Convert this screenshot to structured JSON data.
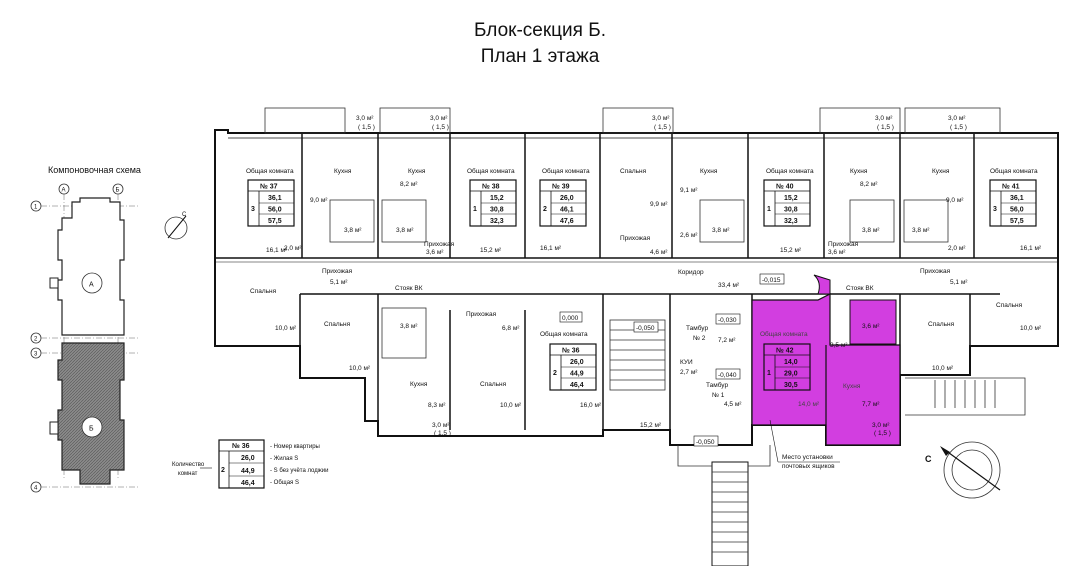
{
  "title": "Блок-секция Б.",
  "subtitle": "План 1 этажа",
  "scheme": {
    "title": "Компоновочная схема",
    "axes_letters": [
      "А",
      "Б"
    ],
    "axes_numbers": [
      "1",
      "2",
      "3",
      "4"
    ],
    "block_a": "А",
    "block_b": "Б"
  },
  "legend": {
    "side_label_1": "Количество",
    "side_label_2": "комнат",
    "apt_no": "№ 36",
    "rooms": "2",
    "values": [
      "26,0",
      "44,9",
      "46,4"
    ],
    "desc": [
      "- Номер квартиры",
      "- Жилая S",
      "- S без учёта лоджии",
      "- Общая S"
    ]
  },
  "apartments": [
    {
      "no": "№ 37",
      "rooms": "3",
      "vals": [
        "36,1",
        "56,0",
        "57,5"
      ]
    },
    {
      "no": "№ 38",
      "rooms": "1",
      "vals": [
        "15,2",
        "30,8",
        "32,3"
      ]
    },
    {
      "no": "№ 39",
      "rooms": "2",
      "vals": [
        "26,0",
        "46,1",
        "47,6"
      ]
    },
    {
      "no": "№ 40",
      "rooms": "1",
      "vals": [
        "15,2",
        "30,8",
        "32,3"
      ]
    },
    {
      "no": "№ 41",
      "rooms": "3",
      "vals": [
        "36,1",
        "56,0",
        "57,5"
      ]
    },
    {
      "no": "№ 36",
      "rooms": "2",
      "vals": [
        "26,0",
        "44,9",
        "46,4"
      ]
    },
    {
      "no": "№ 42",
      "rooms": "1",
      "vals": [
        "14,0",
        "29,0",
        "30,5"
      ]
    }
  ],
  "rooms": {
    "obshaya": "Общая комната",
    "kuhnya": "Кухня",
    "spalnya": "Спальня",
    "prihozhaya": "Прихожая",
    "koridor": "Коридор",
    "tambur1": "Тамбур",
    "tambur1_no": "№ 1",
    "tambur2": "Тамбур",
    "tambur2_no": "№ 2",
    "stoyak": "Стояк ВК",
    "kui": "КУИ"
  },
  "areas": {
    "balcony": "3,0 м²",
    "balcony_coef": "( 1,5 )",
    "a16_1": "16,1 м²",
    "a9_0": "9,0 м²",
    "a8_2": "8,2 м²",
    "a3_8": "3,8 м²",
    "a2_0": "2,0 м²",
    "a3_6": "3,6 м²",
    "a15_2": "15,2 м²",
    "a9_9": "9,9 м²",
    "a9_1": "9,1 м²",
    "a2_6": "2,6 м²",
    "a4_6": "4,6 м²",
    "a5_1": "5,1 м²",
    "a10_0": "10,0 м²",
    "a6_8": "6,8 м²",
    "a8_3": "8,3 м²",
    "a16_0": "16,0 м²",
    "a33_4": "33,4 м²",
    "a7_2": "7,2 м²",
    "a2_7": "2,7 м²",
    "a4_5": "4,5 м²",
    "a3_5": "3,5 м²",
    "a14_0": "14,0 м²",
    "a7_7": "7,7 м²",
    "a3_6b": "3,6 м²"
  },
  "levels": {
    "l0": "0,000",
    "l015": "-0,015",
    "l030": "-0,030",
    "l040": "-0,040",
    "l050a": "-0,050",
    "l050b": "-0,050"
  },
  "mail_note_1": "Место установки",
  "mail_note_2": "почтовых ящиков",
  "north": "С",
  "highlight_color": "#d23ee0"
}
